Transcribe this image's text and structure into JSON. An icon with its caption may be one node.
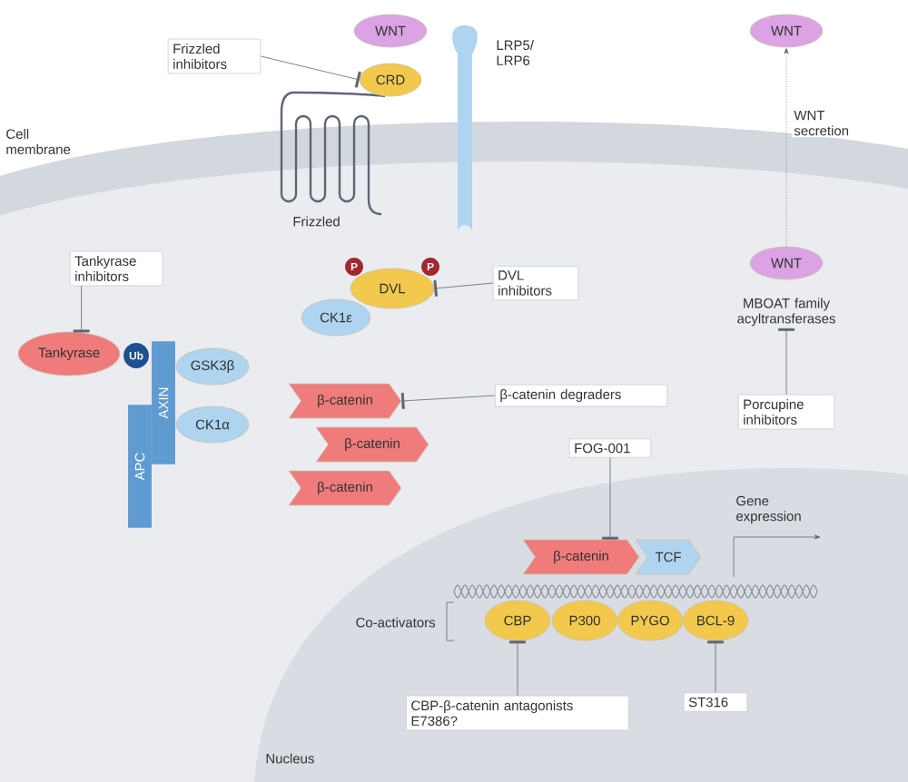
{
  "diagram": {
    "nodes": [
      {
        "text": [
          "Frizzled inhibitors"
        ]
      },
      {
        "text": [
          "WNT"
        ]
      },
      {
        "text": [
          "CRD"
        ]
      },
      {
        "text": [
          "WNT"
        ]
      },
      {
        "text": [
          "Tankyrase inhibitors"
        ]
      },
      {
        "text": [
          "P"
        ]
      },
      {
        "text": [
          "P"
        ]
      },
      {
        "text": [
          "DVL"
        ]
      },
      {
        "text": [
          "CK1ε"
        ]
      },
      {
        "text": [
          "DVL inhibitors"
        ]
      },
      {
        "text": [
          "Tankyrase"
        ]
      },
      {
        "text": [
          "Ub"
        ]
      },
      {
        "text": [
          "AXIN"
        ]
      },
      {
        "text": [
          "GSK3β"
        ]
      },
      {
        "text": [
          "CK1α"
        ]
      },
      {
        "text": [
          "APC"
        ]
      },
      {
        "text": [
          "WNT"
        ]
      },
      {
        "text": [
          "MBOAT family acyltransferases"
        ]
      },
      {
        "text": [
          "β-catenin"
        ]
      },
      {
        "text": [
          "β-catenin degraders"
        ]
      },
      {
        "text": [
          "β-catenin"
        ]
      },
      {
        "text": [
          "Porcupine inhibitors"
        ]
      },
      {
        "text": [
          "β-catenin"
        ]
      },
      {
        "text": [
          "FOG-001"
        ]
      },
      {
        "text": [
          "β-catenin"
        ]
      },
      {
        "text": [
          "TCF"
        ]
      },
      {
        "text": [
          "CBP"
        ]
      },
      {
        "text": [
          "P300"
        ]
      },
      {
        "text": [
          "PYGO"
        ]
      },
      {
        "text": [
          "BCL-9"
        ]
      },
      {
        "text": [
          "CBP-β-catenin antagonists E7386?"
        ]
      },
      {
        "text": [
          "ST316"
        ]
      }
    ],
    "edges": [
      {
        "from": 0,
        "to": 2,
        "arrow": "other"
      },
      {
        "from": 4,
        "to": 10,
        "arrow": "other"
      },
      {
        "from": 9,
        "to": 7,
        "arrow": "other"
      },
      {
        "from": 19,
        "to": 18,
        "arrow": "other"
      },
      {
        "from": 21,
        "to": 17,
        "arrow": "other"
      },
      {
        "from": 23,
        "to": 24,
        "arrow": "other"
      },
      {
        "from": 30,
        "to": 26,
        "arrow": "other"
      },
      {
        "from": 31,
        "to": 29,
        "arrow": "other"
      },
      {
        "from": 16,
        "to": 3,
        "arrow": "to",
        "style": "dashed",
        "label": "WNT secretion"
      }
    ],
    "labels": [
      "LRP5/ LRP6",
      "Cell membrane",
      "Frizzled",
      "Gene expression",
      "Co-activators",
      "Nucleus"
    ]
  }
}
